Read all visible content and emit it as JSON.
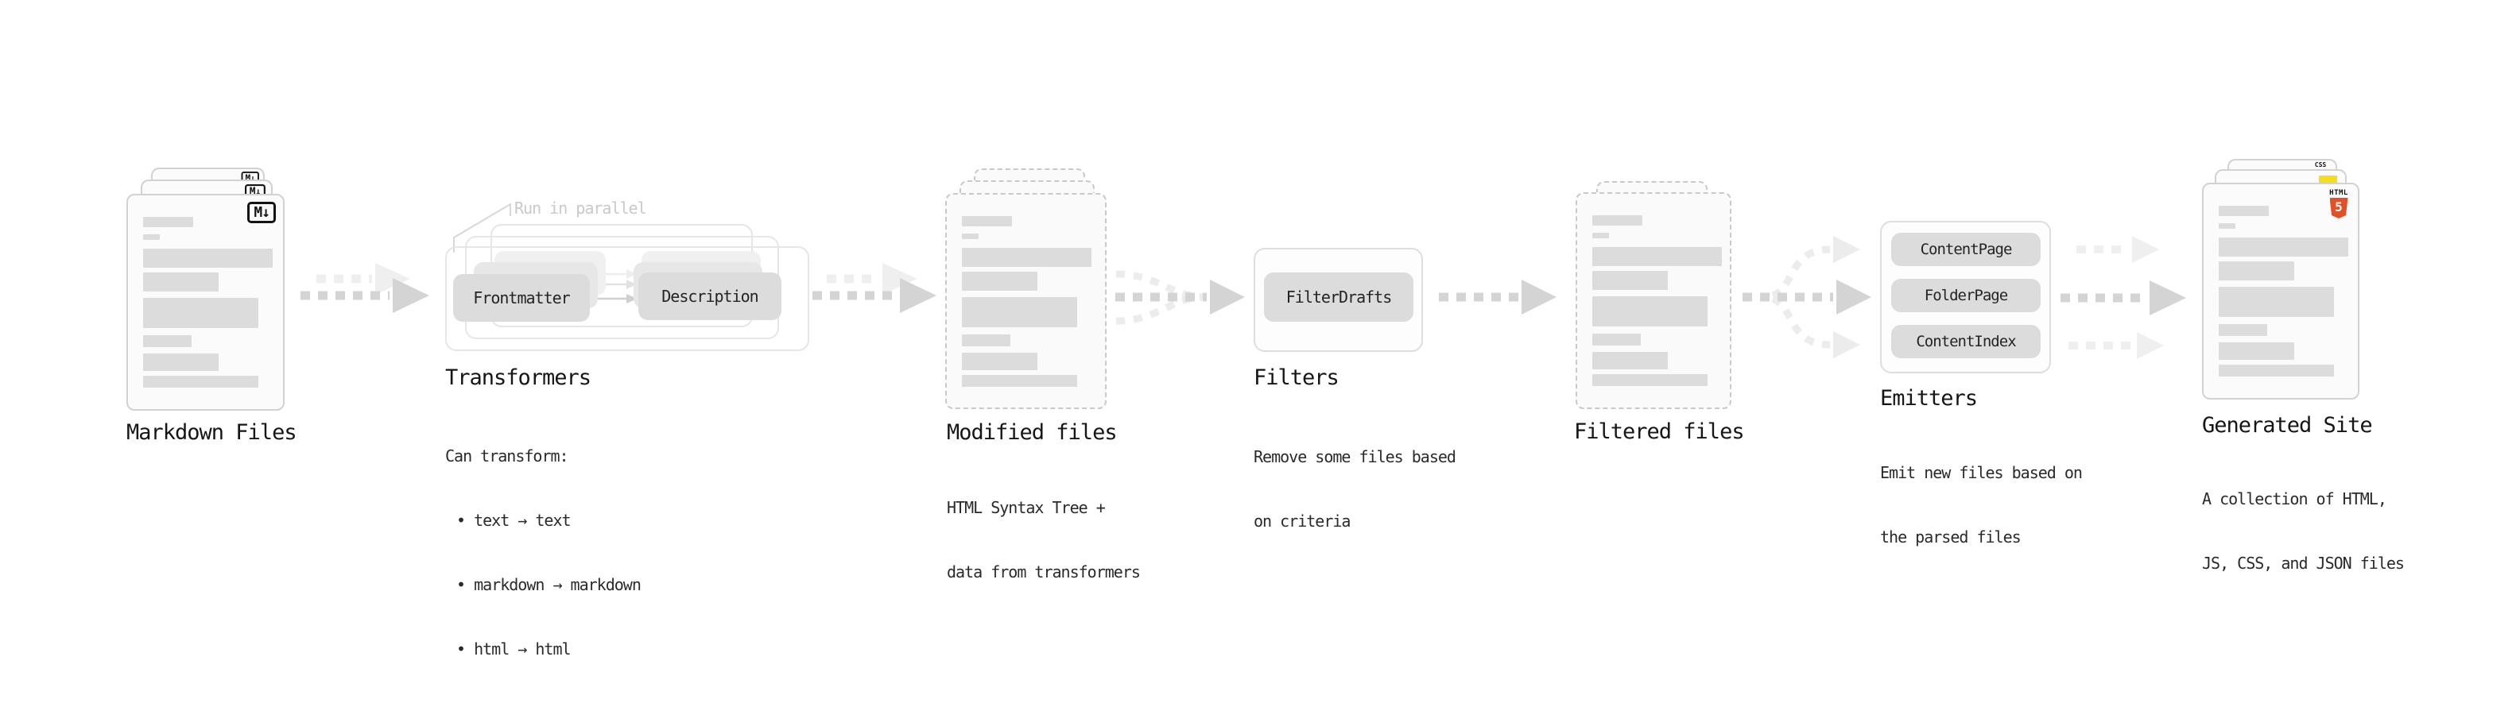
{
  "stages": {
    "markdown": {
      "label": "Markdown Files",
      "badge": "M↓"
    },
    "transformers": {
      "label": "Transformers",
      "callout": "Run in parallel",
      "pill_frontmatter": "Frontmatter",
      "pill_description": "Description",
      "desc_title": "Can transform:",
      "bullets": [
        "• text → text",
        "• markdown → markdown",
        "• html → html"
      ]
    },
    "modified": {
      "label": "Modified files",
      "desc": [
        "HTML Syntax Tree +",
        "data from transformers"
      ]
    },
    "filters": {
      "label": "Filters",
      "pill": "FilterDrafts",
      "desc": [
        "Remove some files based",
        "on criteria"
      ]
    },
    "filtered": {
      "label": "Filtered files"
    },
    "emitters": {
      "label": "Emitters",
      "pills": [
        "ContentPage",
        "FolderPage",
        "ContentIndex"
      ],
      "desc": [
        "Emit new files based on",
        "the parsed files"
      ]
    },
    "generated": {
      "label": "Generated Site",
      "badge_css": "CSS",
      "badge_html_word": "HTML",
      "badge_html_number": "5",
      "desc": [
        "A collection of HTML,",
        "JS, CSS, and JSON files"
      ]
    }
  },
  "colors": {
    "html5_orange": "#e34f26",
    "js_yellow": "#f5de19",
    "css_blue": "#2962ef"
  }
}
